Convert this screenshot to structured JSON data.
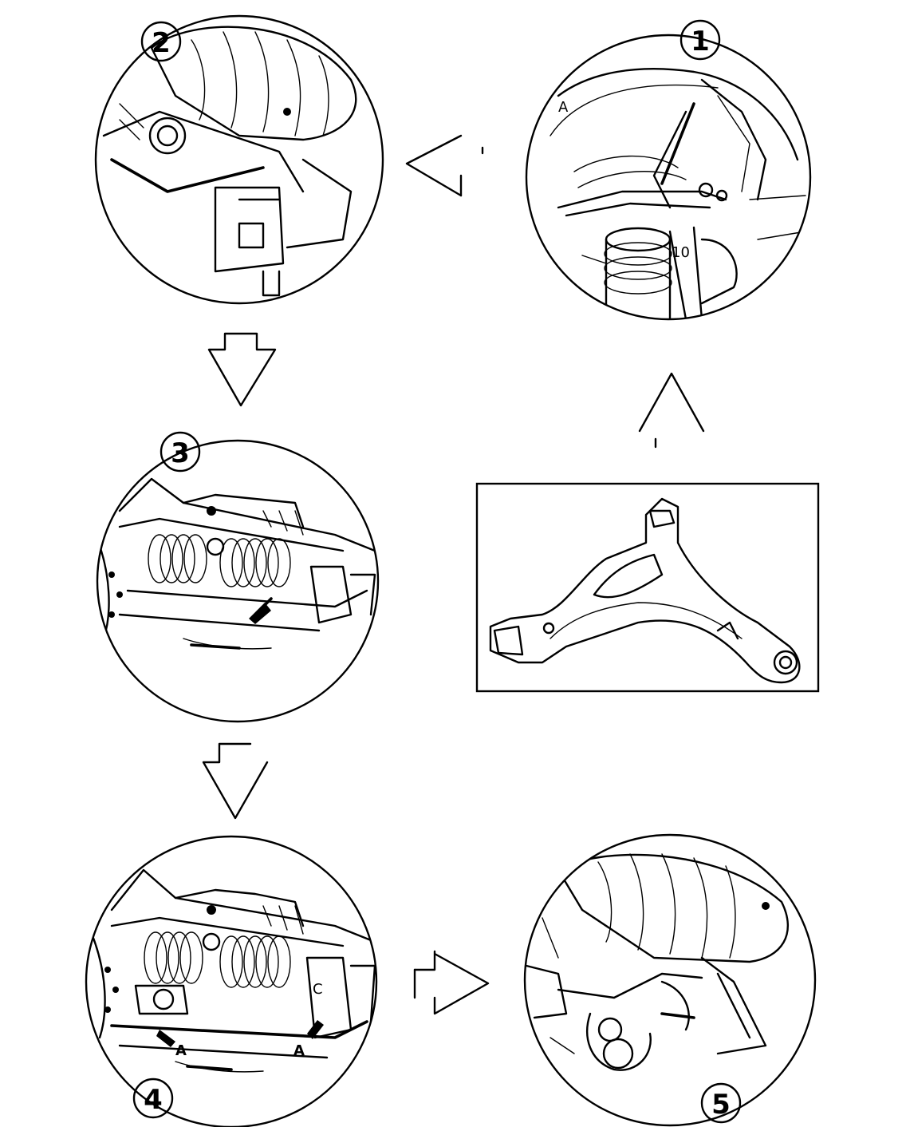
{
  "steps": [
    {
      "number": "1"
    },
    {
      "number": "2"
    },
    {
      "number": "3"
    },
    {
      "number": "4",
      "callouts": [
        "A",
        "A",
        "C"
      ]
    },
    {
      "number": "5"
    }
  ],
  "colors": {
    "line": "#000000",
    "background": "#ffffff"
  },
  "icons": [
    "arrow-left-icon",
    "arrow-up-icon",
    "arrow-down-icon",
    "arrow-right-icon"
  ]
}
